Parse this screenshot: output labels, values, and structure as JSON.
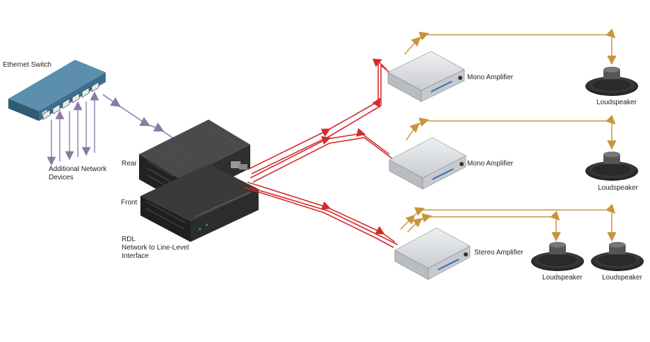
{
  "labels": {
    "ethernet_switch": "Ethernet Switch",
    "additional_devices_line1": "Additional Network",
    "additional_devices_line2": "Devices",
    "rear": "Rear",
    "front": "Front",
    "rdl_line1": "RDL",
    "rdl_line2": "Network to Line-Level",
    "rdl_line3": "Interface",
    "mono_amp_1": "Mono Amplifier",
    "mono_amp_2": "Mono Amplifier",
    "stereo_amp": "Stereo Amplifier",
    "loudspeaker_1": "Loudspeaker",
    "loudspeaker_2": "Loudspeaker",
    "loudspeaker_3": "Loudspeaker",
    "loudspeaker_4": "Loudspeaker"
  },
  "colors": {
    "network_cable": "#9b8bb0",
    "audio_cable": "#d42a2a",
    "speaker_cable": "#c9953a",
    "device_gray": "#d3d6d9",
    "rack_black": "#2a2a2a",
    "switch_blue": "#3b6f8c"
  }
}
